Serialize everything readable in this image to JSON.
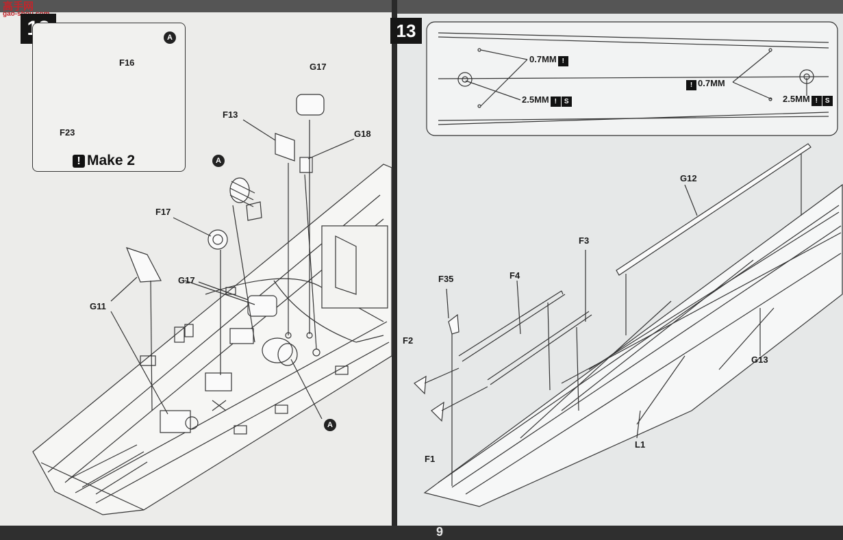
{
  "watermark": {
    "main": "高手网",
    "sub": "gao-shou.com"
  },
  "page_number": "9",
  "left_step": {
    "number": "12",
    "inset": {
      "callout": "A",
      "labels": {
        "f16": "F16",
        "f23": "F23"
      },
      "make_text": "Make 2",
      "warn_icon": "!"
    },
    "callouts": {
      "a_upper": "A",
      "a_lower": "A"
    },
    "labels": {
      "f13": "F13",
      "g17_top": "G17",
      "g18": "G18",
      "f17": "F17",
      "g17_mid": "G17",
      "g11": "G11"
    }
  },
  "right_step": {
    "number": "13",
    "hole_labels": {
      "top_left": "0.7MM",
      "bottom_left": "2.5MM",
      "top_right": "0.7MM",
      "bottom_right": "2.5MM"
    },
    "hole_icons": {
      "drill": "!",
      "glue": "S"
    },
    "labels": {
      "g12": "G12",
      "f3": "F3",
      "f35": "F35",
      "f4": "F4",
      "f2": "F2",
      "g13": "G13",
      "l1": "L1",
      "f1": "F1"
    }
  }
}
